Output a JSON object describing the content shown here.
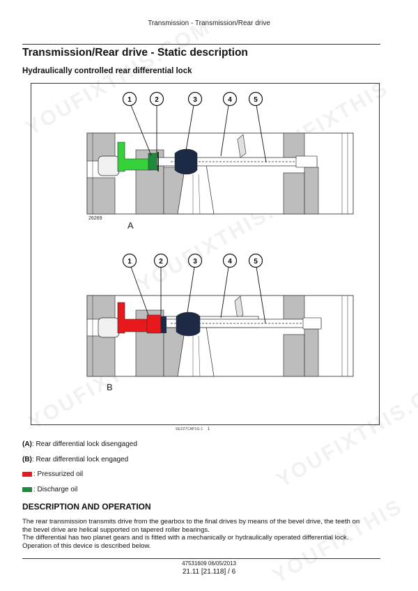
{
  "header": {
    "running_title": "Transmission - Transmission/Rear drive"
  },
  "page_title": "Transmission/Rear drive - Static description",
  "section_title": "Hydraulically controlled rear differential lock",
  "figure": {
    "top": {
      "label": "A",
      "code": "26269",
      "callouts": [
        "1",
        "2",
        "3",
        "4",
        "5"
      ]
    },
    "bottom": {
      "label": "B",
      "callouts": [
        "1",
        "2",
        "3",
        "4",
        "5"
      ]
    },
    "reference": "SEZZ7CAP1G-1",
    "reference_num": "1",
    "colors": {
      "pressurized": "#e8191c",
      "discharge": "#1f8a3b",
      "green_piston": "#35d03a",
      "housing_gray": "#bdbdbd",
      "dark_blue": "#1c2a46"
    }
  },
  "legend": {
    "a_key": "(A)",
    "a_text": ": Rear differential lock disengaged",
    "b_key": "(B)",
    "b_text": ": Rear differential lock engaged",
    "pressurized_text": ": Pressurized oil",
    "discharge_text": ": Discharge oil"
  },
  "description": {
    "heading": "DESCRIPTION AND OPERATION",
    "lines": [
      "The rear transmission transmits drive from the gearbox to the final drives by means of the bevel drive, the teeth on",
      "the bevel drive are helical supported on tapered roller bearings.",
      "The differential has two planet gears and is fitted with a mechanically or hydraulically operated differential lock.",
      "Operation of this device is described below."
    ]
  },
  "footer": {
    "code": "47531609 06/05/2013",
    "page": "21.11 [21.118] / 6"
  },
  "watermarks": [
    "YOUFIXTHIS.COM",
    "YOUFIXTHIS",
    "YOUFIXTHIS.COM",
    "YOUFIXTHIS",
    "YOUFIXTHIS.COM",
    "YOUFIXTHIS"
  ]
}
